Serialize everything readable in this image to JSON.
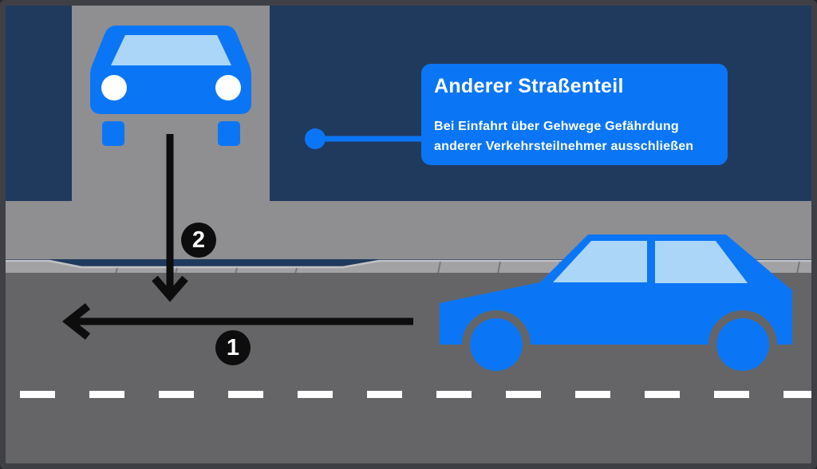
{
  "figure": {
    "type": "driving-education-diagram",
    "callout": {
      "title": "Anderer Straßenteil",
      "body": "Bei Einfahrt über Gehwege Gefährdung anderer Verkehrsteilnehmer ausschließen"
    },
    "steps": [
      {
        "label": "1",
        "meaning": "movement along the road"
      },
      {
        "label": "2",
        "meaning": "movement from the driveway across the sidewalk"
      }
    ],
    "icons": [
      {
        "name": "car-front-icon",
        "shape": "front view of car, blue with light-blue windshield and white headlights"
      },
      {
        "name": "car-side-icon",
        "shape": "side view of car facing left, blue with light-blue windows"
      },
      {
        "name": "arrow-left-icon",
        "shape": "long black arrow pointing left along road"
      },
      {
        "name": "arrow-down-icon",
        "shape": "black arrow pointing down from driveway onto road"
      },
      {
        "name": "connector-dot-icon",
        "shape": "blue dot with line linking scene to callout"
      }
    ],
    "colors": {
      "accent_blue": "#0b76f5",
      "window_blue": "#abd6f8",
      "navy_background": "#203a5e",
      "sidewalk_gray": "#8f8f91",
      "road_gray": "#656567",
      "curb_gray": "#a2a2a4",
      "frame_gray": "#3f4045",
      "arrow_black": "#0d0d0d",
      "marking_white": "#ffffff"
    }
  }
}
